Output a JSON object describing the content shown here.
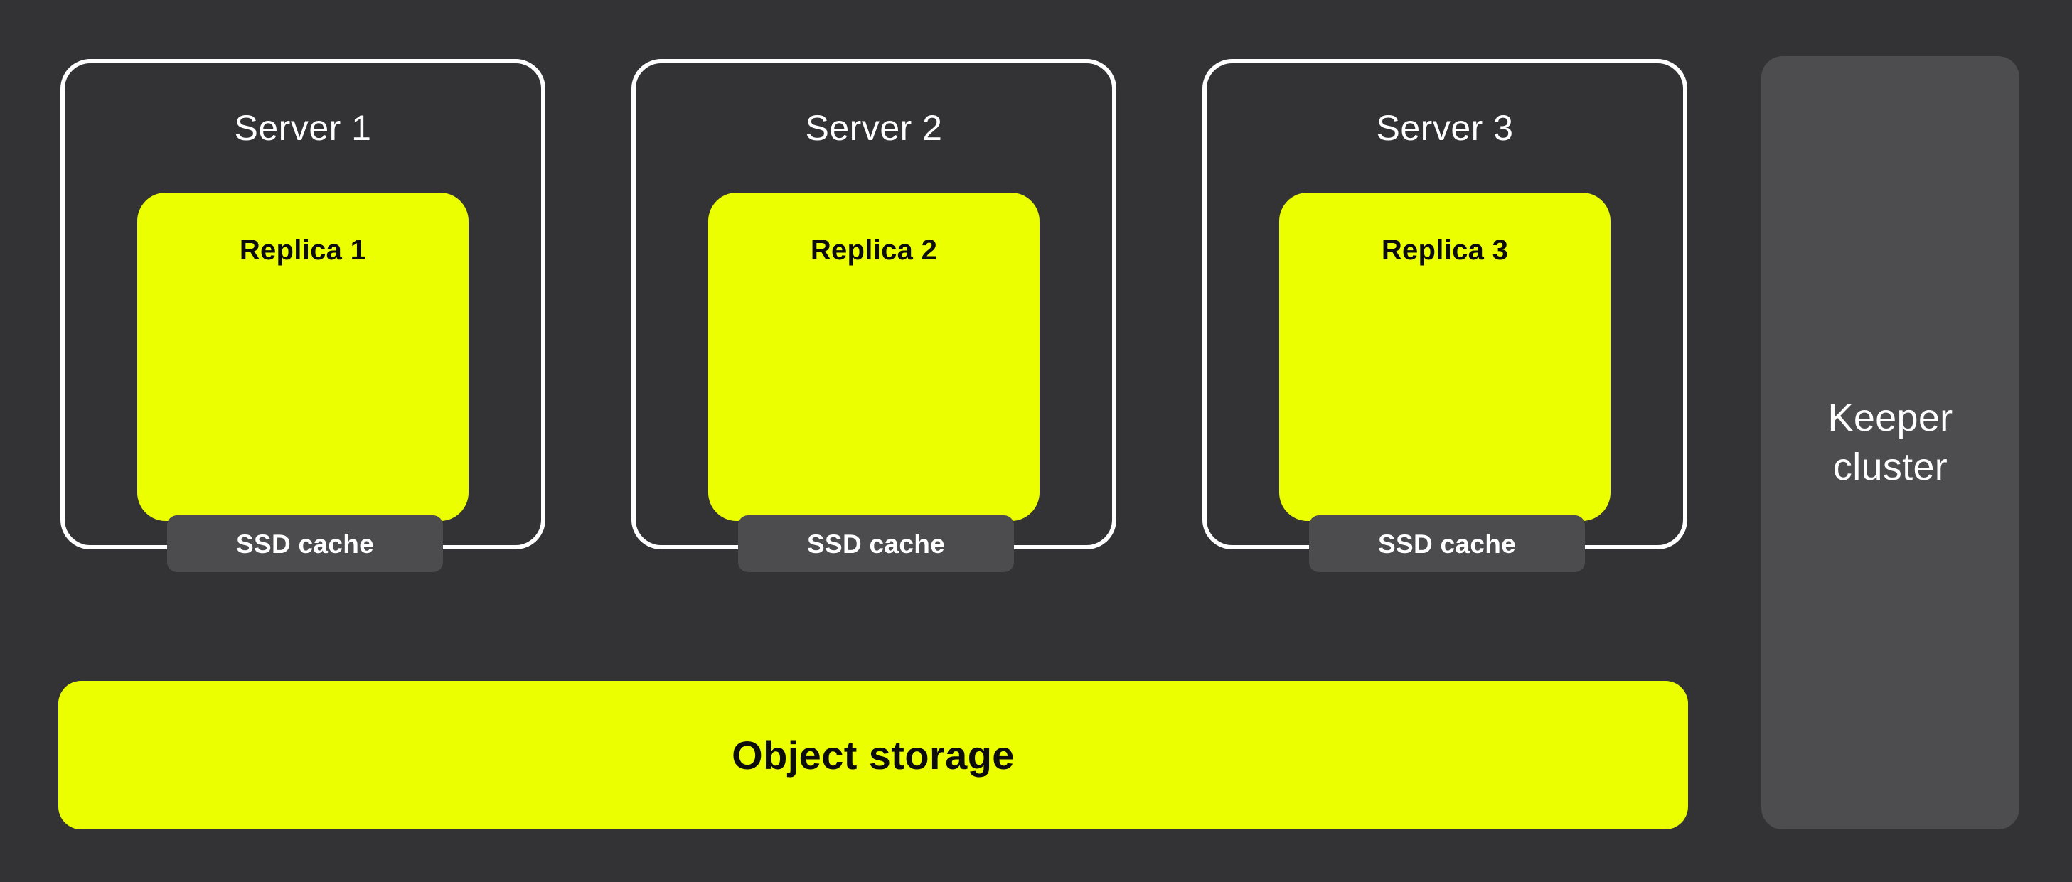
{
  "colors": {
    "background": "#333335",
    "accent_yellow": "#ECFF00",
    "box_gray": "#4C4C4E",
    "keeper_gray": "#4D4D4F",
    "border_white": "#FFFFFF",
    "text_black": "#0C0C0C",
    "text_white": "#FFFFFF"
  },
  "servers": [
    {
      "label": "Server 1",
      "replica_label": "Replica 1",
      "cache_label": "SSD cache"
    },
    {
      "label": "Server 2",
      "replica_label": "Replica 2",
      "cache_label": "SSD cache"
    },
    {
      "label": "Server 3",
      "replica_label": "Replica 3",
      "cache_label": "SSD cache"
    }
  ],
  "object_storage": {
    "label": "Object storage"
  },
  "keeper": {
    "label": "Keeper cluster"
  }
}
